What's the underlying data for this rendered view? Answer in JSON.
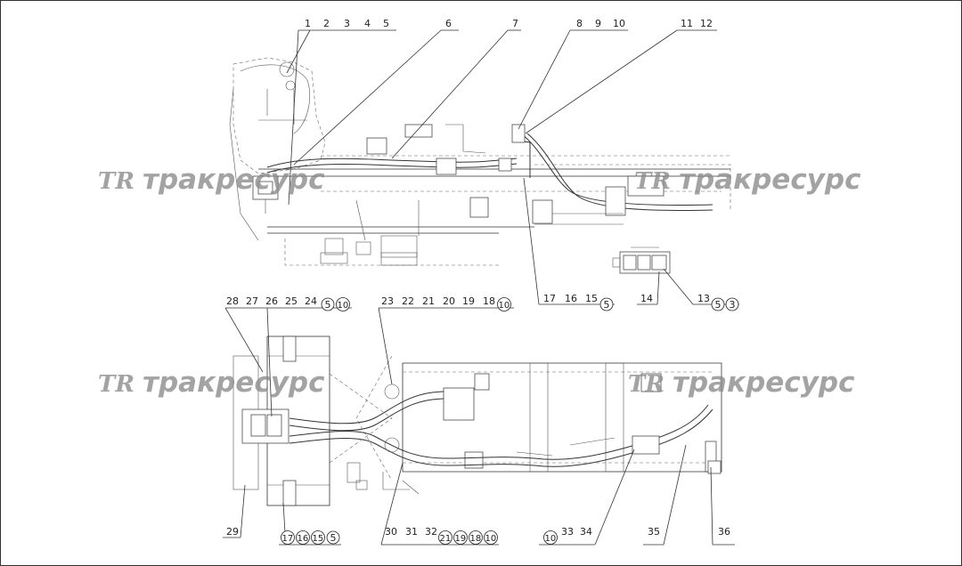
{
  "watermark": {
    "logo": "TR",
    "text": "тракресурс"
  },
  "callouts": {
    "top_left_group": [
      "1",
      "2",
      "3",
      "4",
      "5"
    ],
    "top_6": "6",
    "top_7": "7",
    "top_8_10": [
      "8",
      "9",
      "10"
    ],
    "top_11_12": [
      "11",
      "12"
    ],
    "upper_15_17": [
      "17",
      "16",
      "15"
    ],
    "upper_15_17_circ": "5",
    "upper_14": "14",
    "upper_13": "13",
    "upper_13_circ": [
      "5",
      "3"
    ],
    "mid_24_28": [
      "28",
      "27",
      "26",
      "25",
      "24"
    ],
    "mid_24_28_circ": [
      "5",
      "10"
    ],
    "mid_18_23": [
      "23",
      "22",
      "21",
      "20",
      "19",
      "18"
    ],
    "mid_18_23_circ": "10",
    "bottom_29": "29",
    "bottom_17_circ": [
      "17",
      "16",
      "15",
      "5"
    ],
    "bottom_30_32": [
      "30",
      "31",
      "32"
    ],
    "bottom_30_32_circ": [
      "21",
      "19",
      "18",
      "10"
    ],
    "bottom_33_34_circ": "10",
    "bottom_33_34": [
      "33",
      "34"
    ],
    "bottom_35": "35",
    "bottom_36": "36"
  }
}
